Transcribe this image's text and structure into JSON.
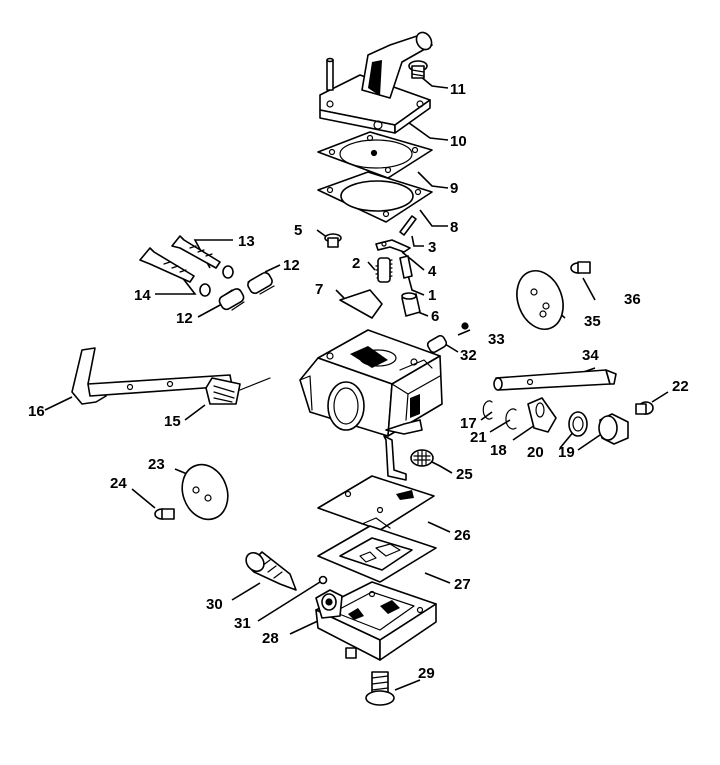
{
  "callouts": [
    {
      "id": "p1",
      "label": "1"
    },
    {
      "id": "p2",
      "label": "2"
    },
    {
      "id": "p3",
      "label": "3"
    },
    {
      "id": "p4",
      "label": "4"
    },
    {
      "id": "p5",
      "label": "5"
    },
    {
      "id": "p6",
      "label": "6"
    },
    {
      "id": "p7",
      "label": "7"
    },
    {
      "id": "p8",
      "label": "8"
    },
    {
      "id": "p9",
      "label": "9"
    },
    {
      "id": "p10",
      "label": "10"
    },
    {
      "id": "p11",
      "label": "11"
    },
    {
      "id": "p12a",
      "label": "12"
    },
    {
      "id": "p12b",
      "label": "12"
    },
    {
      "id": "p13",
      "label": "13"
    },
    {
      "id": "p14",
      "label": "14"
    },
    {
      "id": "p15",
      "label": "15"
    },
    {
      "id": "p16",
      "label": "16"
    },
    {
      "id": "p17",
      "label": "17"
    },
    {
      "id": "p18",
      "label": "18"
    },
    {
      "id": "p19",
      "label": "19"
    },
    {
      "id": "p20",
      "label": "20"
    },
    {
      "id": "p21",
      "label": "21"
    },
    {
      "id": "p22",
      "label": "22"
    },
    {
      "id": "p23",
      "label": "23"
    },
    {
      "id": "p24",
      "label": "24"
    },
    {
      "id": "p25",
      "label": "25"
    },
    {
      "id": "p26",
      "label": "26"
    },
    {
      "id": "p27",
      "label": "27"
    },
    {
      "id": "p28",
      "label": "28"
    },
    {
      "id": "p29",
      "label": "29"
    },
    {
      "id": "p30",
      "label": "30"
    },
    {
      "id": "p31",
      "label": "31"
    },
    {
      "id": "p32",
      "label": "32"
    },
    {
      "id": "p33",
      "label": "33"
    },
    {
      "id": "p34",
      "label": "34"
    },
    {
      "id": "p35",
      "label": "35"
    },
    {
      "id": "p36",
      "label": "36"
    }
  ]
}
